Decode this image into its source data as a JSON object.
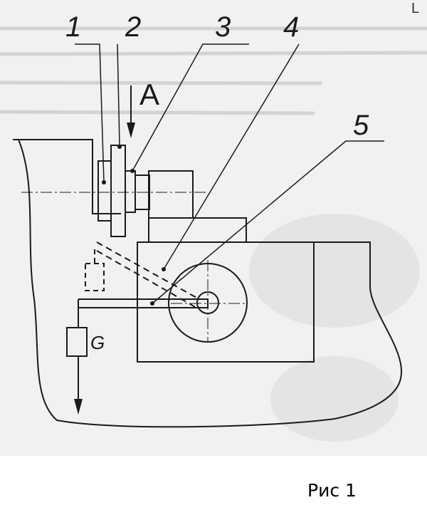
{
  "labels": {
    "part_1": "1",
    "part_2": "2",
    "part_3": "3",
    "part_4": "4",
    "part_5": "5",
    "view_a": "A",
    "weight_g": "G",
    "corner": "L"
  },
  "caption": "Рис 1",
  "colors": {
    "ink": "#1a1a1a",
    "paper": "#f1f1f1",
    "page": "#ffffff"
  }
}
